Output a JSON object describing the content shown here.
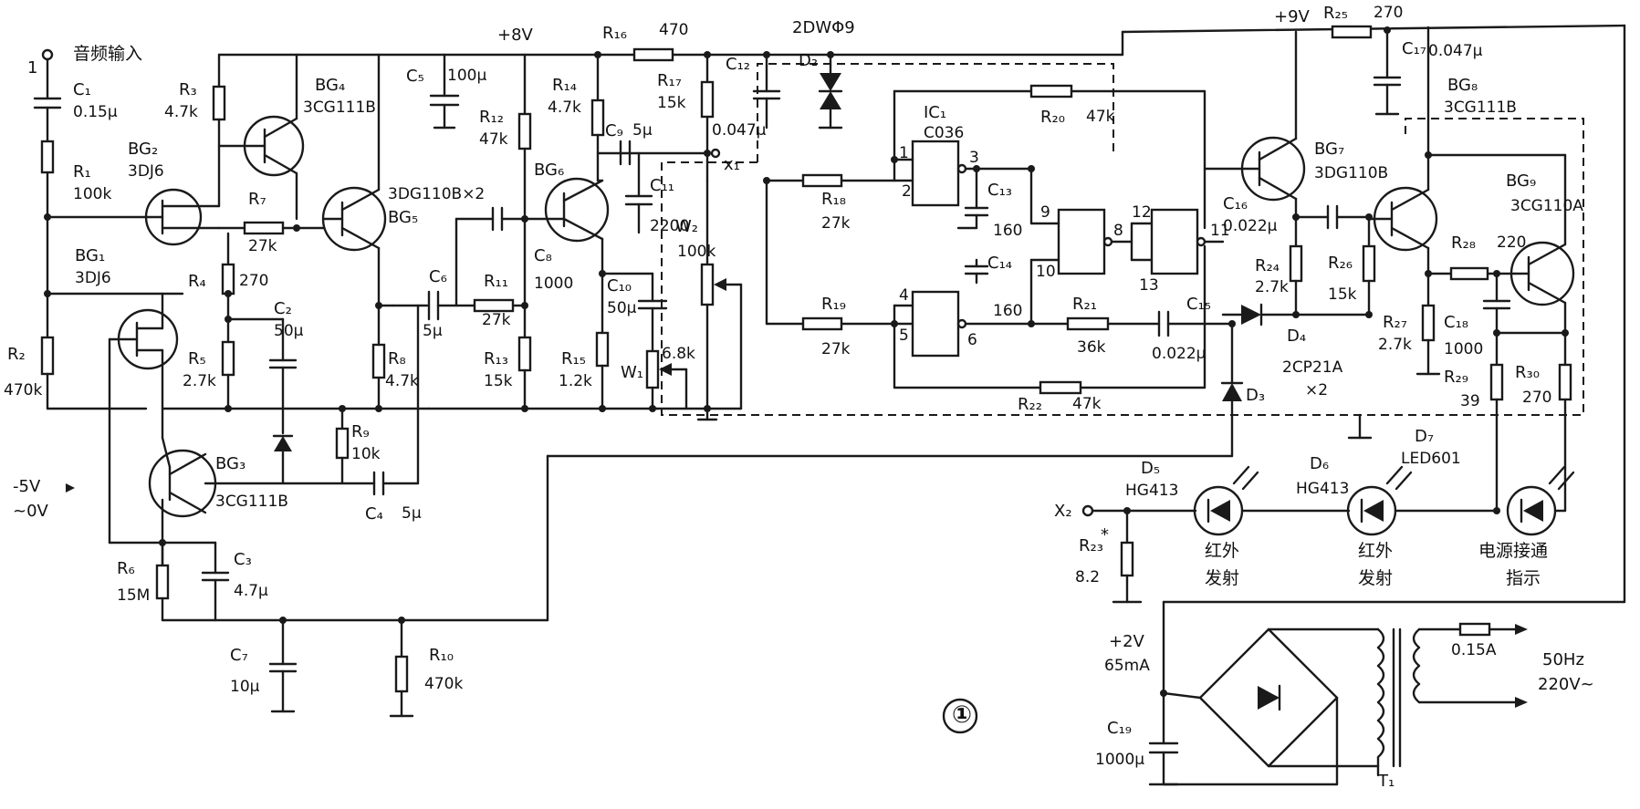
{
  "figure_number": "①",
  "labels": {
    "in_1": "1",
    "audio_input": "音频输入",
    "c1": "C₁",
    "c1_v": "0.15μ",
    "r1": "R₁",
    "r1_v": "100k",
    "bg2": "BG₂",
    "bg2_v": "3DJ6",
    "r3": "R₃",
    "r3_v": "4.7k",
    "bg4": "BG₄",
    "bg4_v": "3CG111B",
    "c5": "C₅",
    "c5_v": "100μ",
    "vcc8": "+8V",
    "r12": "R₁₂",
    "r12_v": "47k",
    "r14": "R₁₄",
    "r14_v": "4.7k",
    "r16": "R₁₆",
    "r16_v": "470",
    "r17": "R₁₇",
    "r17_v": "15k",
    "c12": "C₁₂",
    "c12_v": "0.047μ",
    "d2_v": "2DWΦ9",
    "d2": "D₂",
    "c9": "C₉",
    "c9_v": "5μ",
    "x1": "x₁",
    "r7": "R₇",
    "r7_v": "27k",
    "bg5": "BG₅",
    "bg5_v": "3DG110B×2",
    "bg6": "BG₆",
    "c11": "C₁₁",
    "c11_v": "2200",
    "c8": "C₈",
    "c8_v": "1000",
    "bg1": "BG₁",
    "bg1_v": "3DJ6",
    "r4": "R₄",
    "r4_v": "270",
    "c6": "C₆",
    "c6_v": "5μ",
    "r11": "R₁₁",
    "r11_v": "27k",
    "c10": "C₁₀",
    "c10_v": "50μ",
    "w2": "W₂",
    "w2_v": "100k",
    "c2": "C₂",
    "c2_v": "50μ",
    "r2": "R₂",
    "r2_v": "470k",
    "r5": "R₅",
    "r5_v": "2.7k",
    "r8": "R₈",
    "r8_v": "4.7k",
    "r13": "R₁₃",
    "r13_v": "15k",
    "r15": "R₁₅",
    "r15_v": "1.2k",
    "w1": "W₁",
    "w1_v": "6.8k",
    "r9": "R₉",
    "r9_v": "10k",
    "bg3": "BG₃",
    "bg3_v": "3CG111B",
    "c4": "C₄",
    "c4_v": "5μ",
    "neg": "-5V",
    "neg2": "~0V",
    "r6": "R₆",
    "r6_v": "15M",
    "c3": "C₃",
    "c3_v": "4.7μ",
    "c7": "C₇",
    "c7_v": "10μ",
    "r10": "R₁₀",
    "r10_v": "470k",
    "ic1": "IC₁",
    "ic1_v": "C036",
    "r20": "R₂₀",
    "r20_v": "47k",
    "r18": "R₁₈",
    "r18_v": "27k",
    "c13": "C₁₃",
    "c13_v": "160",
    "c14": "C₁₄",
    "c14_v": "160",
    "r19": "R₁₉",
    "r19_v": "27k",
    "r21": "R₂₁",
    "r21_v": "36k",
    "c15": "C₁₅",
    "c15_v": "0.022μ",
    "r22": "R₂₂",
    "r22_v": "47k",
    "pin1": "1",
    "pin2": "2",
    "pin3": "3",
    "pin4": "4",
    "pin5": "5",
    "pin6": "6",
    "pin8": "8",
    "pin9": "9",
    "pin10": "10",
    "pin11": "11",
    "pin12": "12",
    "pin13": "13",
    "vcc9": "+9V",
    "r25": "R₂₅",
    "r25_v": "270",
    "c17": "C₁₇",
    "c17_v": "0.047μ",
    "bg8": "BG₈",
    "bg8_v": "3CG111B",
    "bg7": "BG₇",
    "bg7_v": "3DG110B",
    "bg9": "BG₉",
    "bg9_v": "3CG110A",
    "c16": "C₁₆",
    "c16_v": "0.022μ",
    "r24": "R₂₄",
    "r24_v": "2.7k",
    "r26": "R₂₆",
    "r26_v": "15k",
    "r28": "R₂₈",
    "r28_v": "220",
    "r27": "R₂₇",
    "r27_v": "2.7k",
    "c18": "C₁₈",
    "c18_v": "1000",
    "d4": "D₄",
    "d4_v": "2CP21A",
    "d4_x": "×2",
    "d3": "D₃",
    "r29": "R₂₉",
    "r29_v": "39",
    "r30": "R₃₀",
    "r30_v": "270",
    "d7": "D₇",
    "d7_v": "LED601",
    "d5": "D₅",
    "d5_v": "HG413",
    "d6": "D₆",
    "d6_v": "HG413",
    "x2": "X₂",
    "r23": "R₂₃",
    "r23_star": "*",
    "r23_v": "8.2",
    "ir_emit_1a": "红外",
    "ir_emit_1b": "发射",
    "ir_emit_2a": "红外",
    "ir_emit_2b": "发射",
    "power_a": "电源接通",
    "power_b": "指示",
    "ps_v": "+2V",
    "ps_i": "65mA",
    "c19": "C₁₉",
    "c19_v": "1000μ",
    "fuse": "0.15A",
    "mains_f": "50Hz",
    "mains_v": "220V~",
    "t1": "T₁"
  }
}
